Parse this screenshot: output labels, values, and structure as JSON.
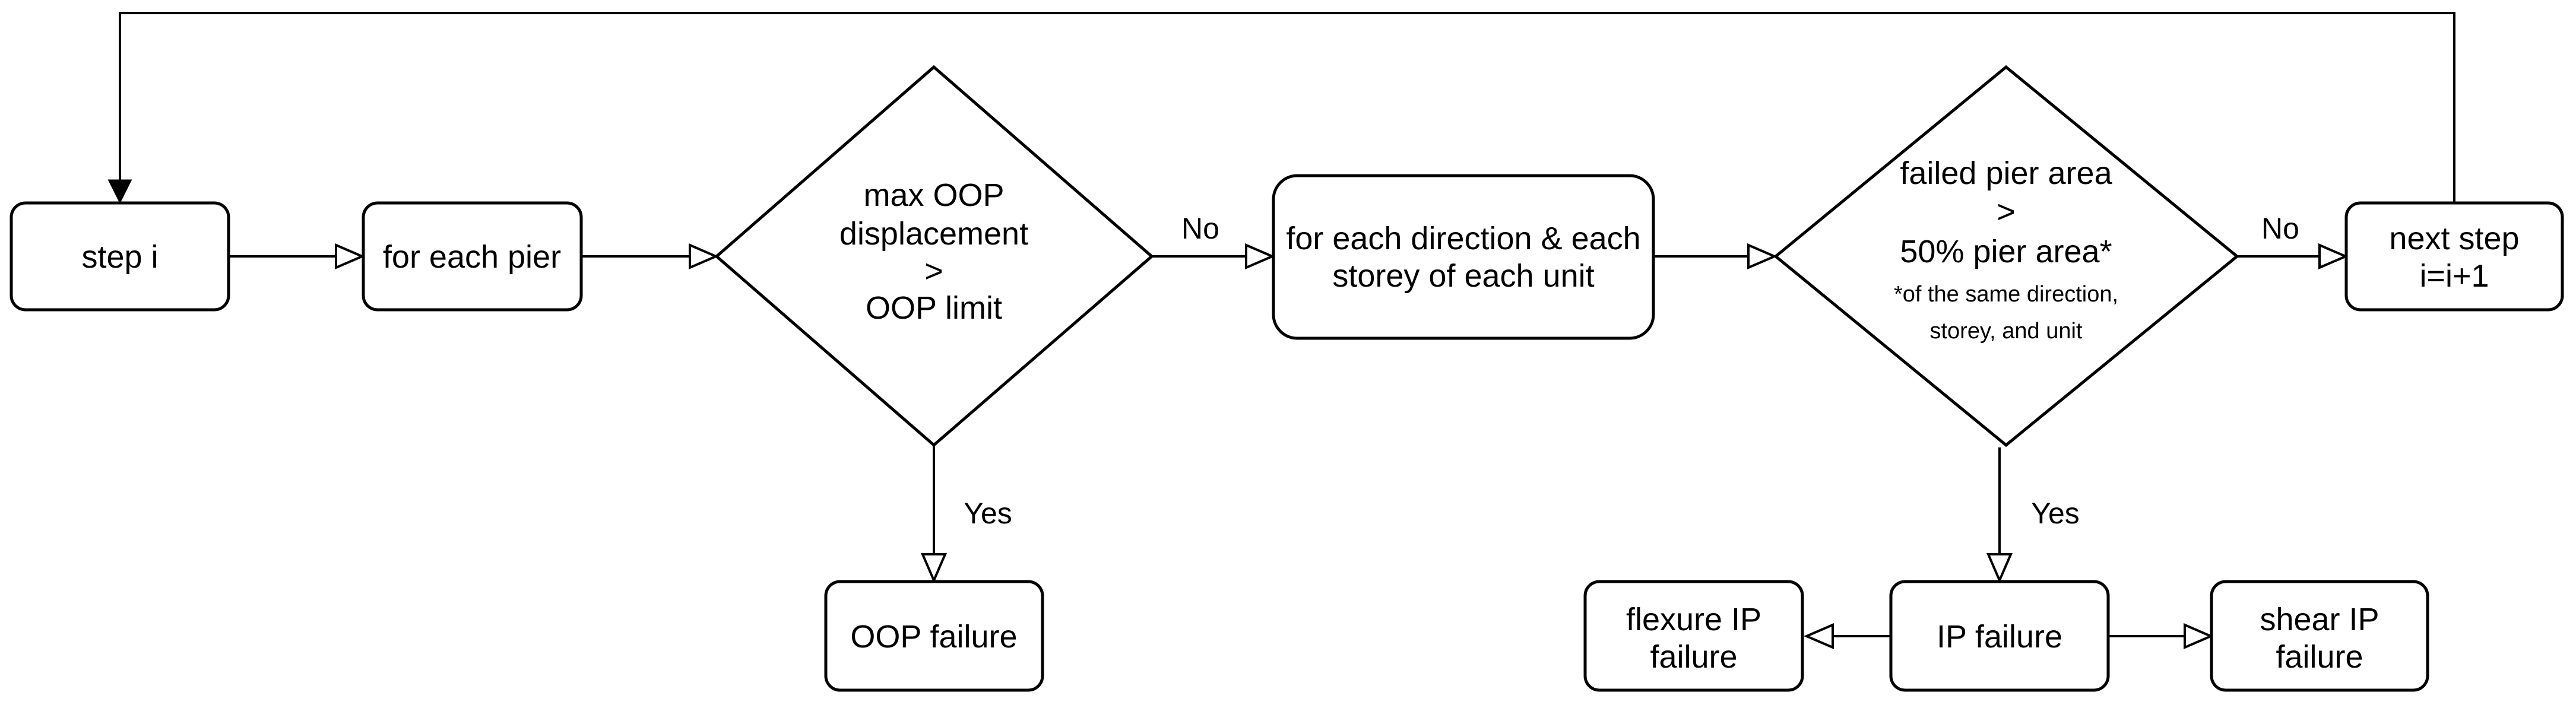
{
  "nodes": {
    "step_i": "step i",
    "for_each_pier": "for each pier",
    "oop_decision": {
      "line1": "max OOP",
      "line2": "displacement",
      "line3": ">",
      "line4": "OOP limit"
    },
    "for_each_direction": {
      "line1": "for each direction & each",
      "line2": "storey of each unit"
    },
    "area_decision": {
      "line1": "failed pier area",
      "line2": ">",
      "line3": "50% pier area*",
      "note1": "*of the same direction,",
      "note2": "storey, and unit"
    },
    "next_step": {
      "line1": "next step",
      "line2": "i=i+1"
    },
    "oop_failure": "OOP failure",
    "ip_failure": "IP failure",
    "flexure_ip_failure": {
      "line1": "flexure IP",
      "line2": "failure"
    },
    "shear_ip_failure": {
      "line1": "shear IP",
      "line2": "failure"
    }
  },
  "edge_labels": {
    "oop_no": "No",
    "oop_yes": "Yes",
    "area_no": "No",
    "area_yes": "Yes"
  }
}
